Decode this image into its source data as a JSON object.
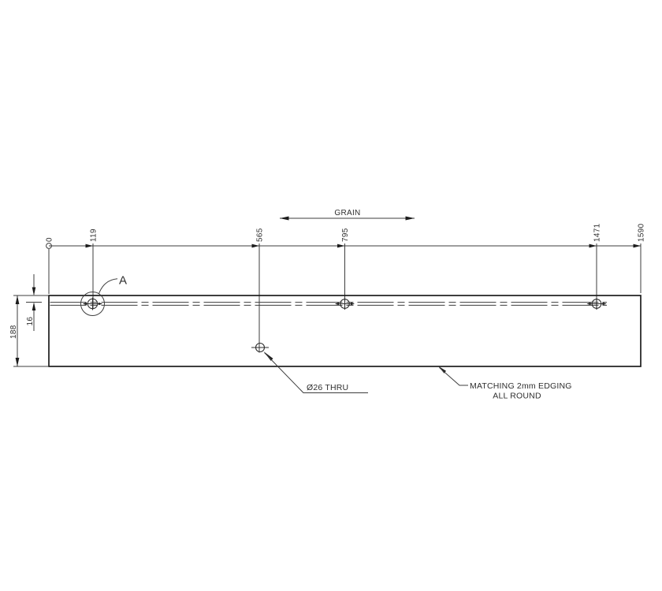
{
  "drawing": {
    "kind": "panel technical drawing",
    "ordinate_labels": {
      "s0": "0",
      "s1": "119",
      "s2": "565",
      "s3": "795",
      "s4": "1471",
      "s5": "1590"
    },
    "grain_label": "GRAIN",
    "detail_label": "A",
    "vertical_dims": {
      "edge_offset": "16",
      "panel_height": "188"
    },
    "hole_note": "Ø26 THRU",
    "edging_note_line1": "MATCHING 2mm EDGING",
    "edging_note_line2": "ALL ROUND",
    "panel": {
      "length_mm": 1590,
      "height_mm": 188,
      "hole_stations_mm": [
        119,
        565,
        795,
        1471
      ],
      "hole_row_offset_mm": 16,
      "thru_hole_diameter_mm": 26
    },
    "colors": {
      "line": "#3d3d3d",
      "outline": "#1c1c1c",
      "text": "#2e2e2e",
      "background": "#ffffff"
    }
  }
}
